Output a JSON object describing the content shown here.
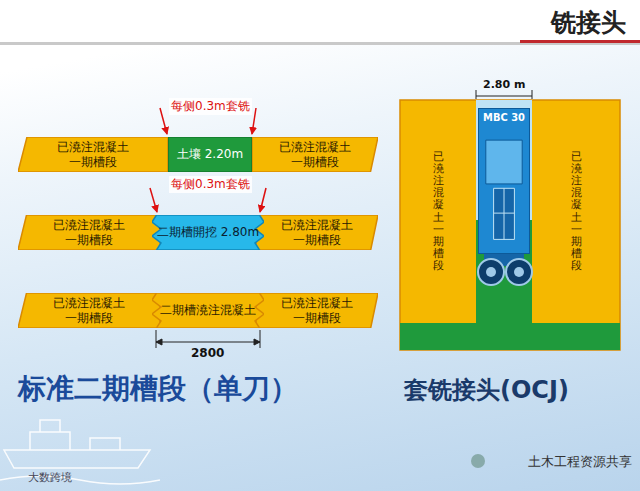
{
  "diagram": {
    "title": "铣接头",
    "nodes": [
      {
        "text": [
          "已澆注混凝土 一期槽段"
        ]
      },
      {
        "text": [
          "土壤 2.20m"
        ]
      },
      {
        "text": [
          "已澆注混凝土 一期槽段"
        ]
      },
      {
        "text": [
          "已澆注混凝土 一期槽段"
        ]
      },
      {
        "text": [
          "二期槽開挖 2.80m"
        ]
      },
      {
        "text": [
          "已澆注混凝土 一期槽段"
        ]
      },
      {
        "text": [
          "已澆注混凝土 一期槽段"
        ]
      },
      {
        "text": [
          "二期槽澆注混凝土"
        ]
      },
      {
        "text": [
          "已澆注混凝土 一期槽段"
        ]
      },
      {
        "text": [
          "已澆注混凝土一期槽段"
        ]
      },
      {
        "text": [
          "已澆注混凝土一期槽段"
        ]
      },
      {
        "text": [
          "MBC 30"
        ]
      }
    ],
    "labels": [
      "每侧0.3m套铣",
      "每侧0.3m套铣",
      "2800",
      "2.80 m",
      "标准二期槽段（单刀）",
      "套铣接头(OCJ)",
      "土木工程资源共享",
      "大数跨境"
    ]
  }
}
